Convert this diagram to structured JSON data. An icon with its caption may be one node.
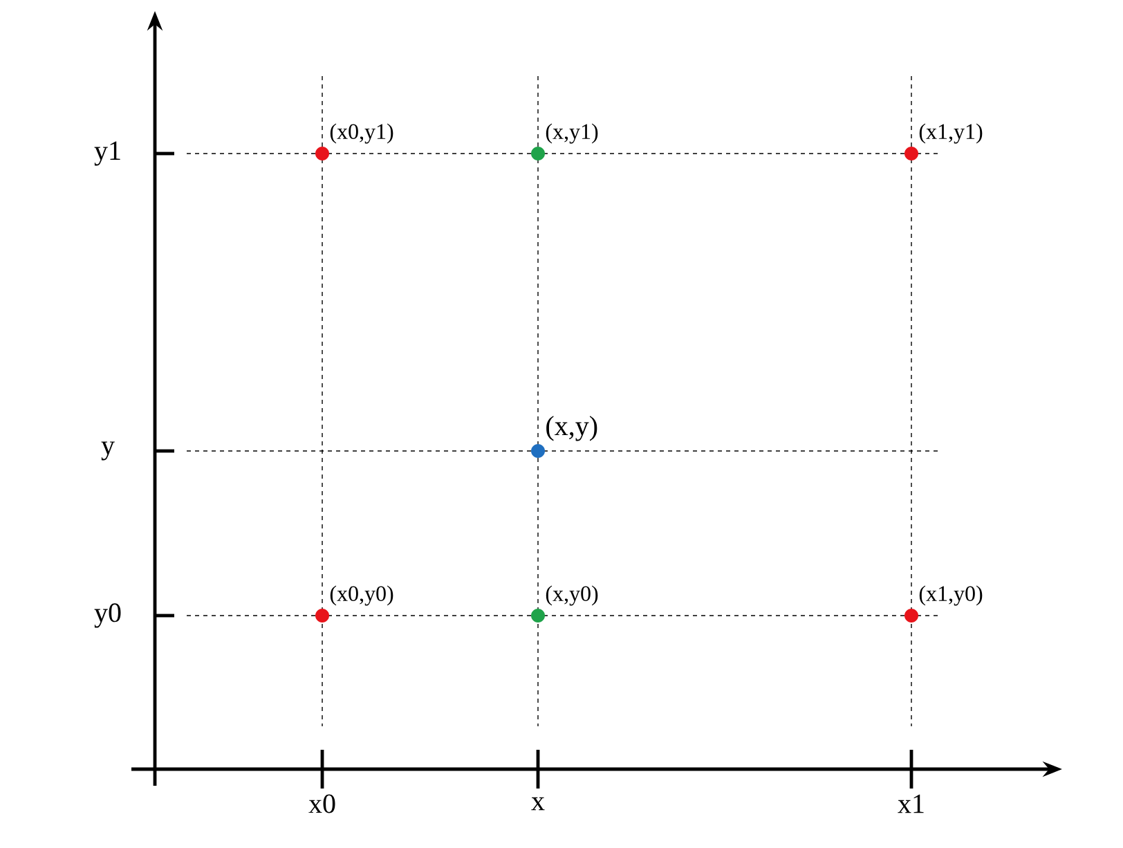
{
  "diagram": {
    "nodes": [
      {
        "text": [],
        "shape": "circle",
        "beside": [
          "(x0,y1)"
        ]
      },
      {
        "text": [],
        "shape": "circle",
        "beside": [
          "(x,y1)"
        ]
      },
      {
        "text": [],
        "shape": "circle",
        "beside": [
          "(x1,y1)"
        ]
      },
      {
        "text": [],
        "shape": "circle",
        "beside": [
          "(x,y)"
        ]
      },
      {
        "text": [],
        "shape": "circle",
        "beside": [
          "(x0,y0)"
        ]
      },
      {
        "text": [],
        "shape": "circle",
        "beside": [
          "(x,y0)"
        ]
      },
      {
        "text": [],
        "shape": "circle",
        "beside": [
          "(x1,y0)"
        ]
      }
    ],
    "labels": [
      "y1",
      "y",
      "y0",
      "x0",
      "x",
      "x1"
    ]
  }
}
